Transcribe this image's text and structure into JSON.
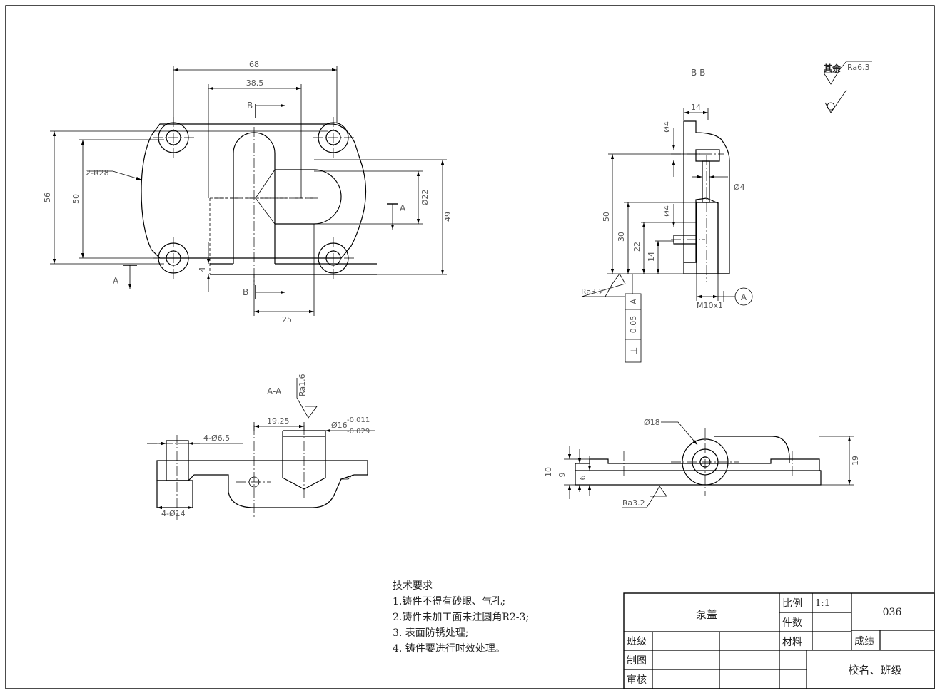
{
  "views": {
    "top": {
      "dims": {
        "d68": "68",
        "d385": "38.5",
        "d56": "56",
        "d50": "50",
        "d49": "49",
        "d22": "Ø22",
        "d25": "25",
        "d4": "4",
        "r28": "2-R28"
      },
      "section_marks": {
        "b_top": "B",
        "b_bottom": "B",
        "a_left": "A",
        "a_right": "A"
      }
    },
    "bb": {
      "title": "B-B",
      "dims": {
        "d14": "14",
        "d4a": "Ø4",
        "d4b": "Ø4",
        "d4c": "Ø4",
        "d50": "50",
        "d30": "30",
        "d22": "22",
        "d14v": "14",
        "thread": "M10x1"
      },
      "roughness": "Ra3.2",
      "datum": "A",
      "tolerance": {
        "symbol": "⊥",
        "value": "0.05",
        "datum": "A"
      }
    },
    "aa": {
      "title": "A-A",
      "dims": {
        "d1925": "19.25",
        "d65": "4-Ø6.5",
        "d14": "4-Ø14",
        "d16": "Ø16",
        "tol_upper": "-0.011",
        "tol_lower": "-0.029"
      },
      "roughness": "Ra1.6"
    },
    "front": {
      "dims": {
        "d18": "Ø18",
        "d19": "19",
        "d10": "10",
        "d9": "9",
        "d6": "6"
      },
      "roughness": "Ra3.2"
    }
  },
  "surface_note": {
    "prefix": "其余",
    "value": "Ra6.3"
  },
  "tech_requirements": {
    "title": "技术要求",
    "items": [
      "1.铸件不得有砂眼、气孔;",
      "2.铸件未加工面未注圆角R2-3;",
      "3. 表面防锈处理;",
      "4. 铸件要进行时效处理。"
    ]
  },
  "title_block": {
    "part_name": "泵盖",
    "scale_label": "比例",
    "scale_value": "1:1",
    "qty_label": "件数",
    "drawing_no": "036",
    "class_label": "班级",
    "material_label": "材料",
    "grade_label": "成绩",
    "drawn_label": "制图",
    "review_label": "审核",
    "school": "校名、班级"
  }
}
